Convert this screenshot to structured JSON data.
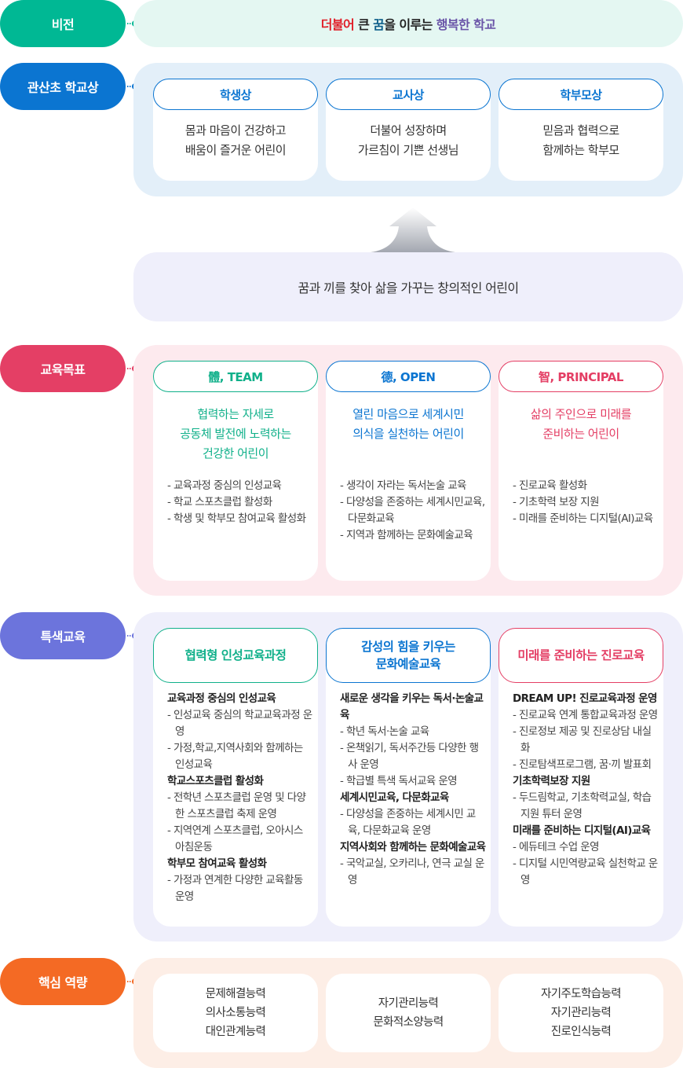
{
  "colors": {
    "vision": "#00b894",
    "school_image": "#0b75d1",
    "goals": "#e43f65",
    "special": "#6c74dc",
    "competency": "#f46a24",
    "vision_panel_bg": "#e4f7f2",
    "school_panel_bg": "#e3eff9",
    "child_panel_bg": "#efeffb",
    "goals_panel_bg": "#fdeaee",
    "special_panel_bg": "#efeffb",
    "competency_panel_bg": "#fdeee6",
    "green_text": "#10b08a",
    "blue_text": "#0b75d1",
    "pink_text": "#e43f65"
  },
  "vision": {
    "label": "비전",
    "statement_parts": [
      {
        "text": "더불어",
        "color": "#e0202a"
      },
      {
        "text": " 큰 ",
        "color": "#222222"
      },
      {
        "text": "꿈",
        "color": "#0d5f8a"
      },
      {
        "text": "을 이루는 ",
        "color": "#222222"
      },
      {
        "text": "행복한 학교",
        "color": "#6a55a8"
      }
    ]
  },
  "school_image": {
    "label": "관산초 학교상",
    "cards": [
      {
        "title": "학생상",
        "line1": "몸과 마음이 건강하고",
        "line2": "배움이 즐거운 어린이"
      },
      {
        "title": "교사상",
        "line1": "더불어 성장하며",
        "line2": "가르침이 기쁜 선생님"
      },
      {
        "title": "학부모상",
        "line1": "믿음과 협력으로",
        "line2": "함께하는 학부모"
      }
    ]
  },
  "child_image": {
    "statement": "꿈과 끼를 찾아 삶을 가꾸는 창의적인 어린이"
  },
  "goals": {
    "label": "교육목표",
    "cards": [
      {
        "title": "體, TEAM",
        "desc": [
          "협력하는 자세로",
          "공동체 발전에 노력하는",
          "건강한 어린이"
        ],
        "items": [
          "교육과정 중심의 인성교육",
          "학교 스포츠클럽 활성화",
          "학생 및 학부모 참여교육 활성화"
        ]
      },
      {
        "title": "德, OPEN",
        "desc": [
          "열린 마음으로 세계시민",
          "의식을 실천하는 어린이"
        ],
        "items": [
          "생각이 자라는 독서논술 교육",
          "다양성을 존중하는 세계시민교육, 다문화교육",
          "지역과 함께하는 문화예술교육"
        ]
      },
      {
        "title": "智, PRINCIPAL",
        "desc": [
          "삶의 주인으로 미래를",
          "준비하는 어린이"
        ],
        "items": [
          "진로교육 활성화",
          "기초학력 보장 지원",
          "미래를 준비하는 디지털(AI)교육"
        ]
      }
    ]
  },
  "special": {
    "label": "특색교육",
    "cards": [
      {
        "title": [
          "협력형 인성교육과정"
        ],
        "groups": [
          {
            "heading": "교육과정 중심의 인성교육",
            "items": [
              "인성교육 중심의 학교교육과정 운영",
              "가정,학교,지역사회와 함께하는 인성교육"
            ]
          },
          {
            "heading": "학교스포츠클럽 활성화",
            "items": [
              "전학년 스포츠클럽 운영 및 다양한 스포츠클럽 축제 운영",
              "지역연계 스포츠클럽, 오아시스 아침운동"
            ]
          },
          {
            "heading": "학부모 참여교육 활성화",
            "items": [
              "가정과 연계한 다양한 교육활동 운영"
            ]
          }
        ]
      },
      {
        "title": [
          "감성의 힘을 키우는",
          "문화예술교육"
        ],
        "groups": [
          {
            "heading": "새로운 생각을 키우는 독서·논술교육",
            "items": [
              "학년 독서·논술 교육",
              "온책읽기, 독서주간등 다양한 행사 운영",
              "학급별 특색 독서교육 운영"
            ]
          },
          {
            "heading": "세계시민교육, 다문화교육",
            "items": [
              "다양성을 존중하는 세계시민 교육, 다문화교육  운영"
            ]
          },
          {
            "heading": "지역사회와 함께하는 문화예술교육",
            "items": [
              "국악교실, 오카리나, 연극 교실 운영"
            ]
          }
        ]
      },
      {
        "title": [
          "미래를 준비하는 진로교육"
        ],
        "groups": [
          {
            "heading": "DREAM UP! 진로교육과정 운영",
            "items": [
              "진로교육 연계 통합교육과정 운영",
              "진로정보 제공 및 진로상담 내실화",
              "진로탐색프로그램, 꿈·끼 발표회"
            ]
          },
          {
            "heading": "기초학력보장 지원",
            "items": [
              "두드림학교, 기초학력교실, 학습지원 튜터 운영"
            ]
          },
          {
            "heading": "미래를 준비하는 디지털(AI)교육",
            "items": [
              "에듀테크 수업 운영",
              "디지털 시민역량교육 실천학교 운영"
            ]
          }
        ]
      }
    ]
  },
  "competency": {
    "label": "핵심 역량",
    "cards": [
      {
        "lines": [
          "문제해결능력",
          "의사소통능력",
          "대인관계능력"
        ]
      },
      {
        "lines": [
          "자기관리능력",
          "문화적소양능력"
        ]
      },
      {
        "lines": [
          "자기주도학습능력",
          "자기관리능력",
          "진로인식능력"
        ]
      }
    ]
  }
}
